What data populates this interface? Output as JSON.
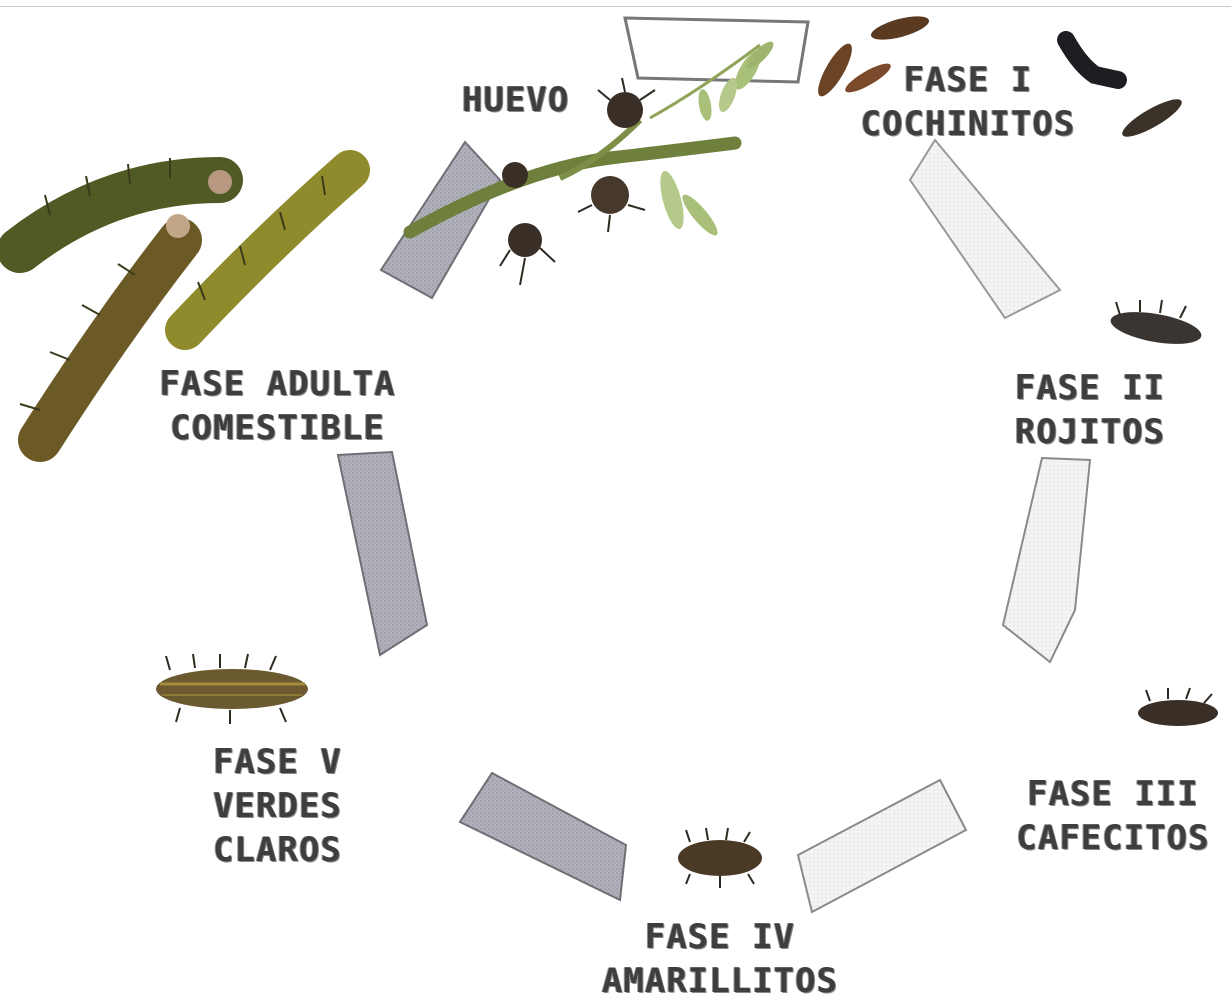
{
  "labels": {
    "egg": "HUEVO",
    "phase1": {
      "line1": "FASE I",
      "line2": "COCHINITOS"
    },
    "phase2": {
      "line1": "FASE II",
      "line2": "ROJITOS"
    },
    "phase3": {
      "line1": "FASE III",
      "line2": "CAFECITOS"
    },
    "phase4": {
      "line1": "FASE IV",
      "line2": "AMARILLITOS"
    },
    "phase5": {
      "line1": "FASE V",
      "line2": "VERDES",
      "line3": "CLAROS"
    },
    "adult": {
      "line1": "FASE ADULTA",
      "line2": "COMESTIBLE"
    }
  },
  "arrow_colors": {
    "dark": "#a9a9b4",
    "light": "#eeeeee",
    "outline": "#777777"
  },
  "caterpillar_colors": {
    "dark": "#3a3228",
    "brown": "#6b4426",
    "green": "#6c7a2a",
    "olive": "#8f8b2c",
    "spine": "#2e2a22"
  },
  "branch_colors": {
    "stem": "#7d8f46",
    "leaf": "#a9c07a"
  }
}
